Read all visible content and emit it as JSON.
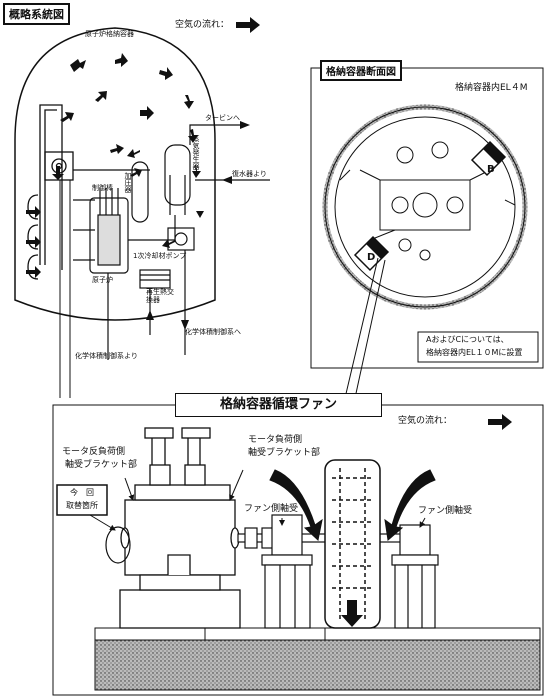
{
  "overview": {
    "title": "概略系統図",
    "airflow_label": "空気の流れ：",
    "labels": {
      "containment_vessel": "原子炉格納容器",
      "to_turbine": "タービンへ",
      "from_condenser": "復水器より",
      "steam_generator": "蒸気発生器",
      "pressurizer": "加圧器",
      "control_rod": "制御棒",
      "primary_pump": "1次冷却材ポンプ",
      "reactor": "原子炉",
      "regen_hx": "再生熱交換器",
      "to_cvcs": "化学体積制御系へ",
      "from_cvcs": "化学体積制御系より"
    }
  },
  "cross_section": {
    "title": "格納容器断面図",
    "elevation": "格納容器内EL４M",
    "fan_labels": [
      "B",
      "D"
    ],
    "note_line1": "AおよびCについては、",
    "note_line2": "格納容器内EL１０Mに設置"
  },
  "fan_detail": {
    "title": "格納容器循環ファン",
    "airflow_label": "空気の流れ：",
    "motor_anti_load_1": "モータ反負荷側",
    "motor_anti_load_2": "軸受ブラケット部",
    "motor_load_1": "モータ負荷側",
    "motor_load_2": "軸受ブラケット部",
    "this_time_1": "今　回",
    "this_time_2": "取替箇所",
    "fan_bearing_left": "ファン側軸受",
    "fan_bearing_right": "ファン側軸受"
  }
}
